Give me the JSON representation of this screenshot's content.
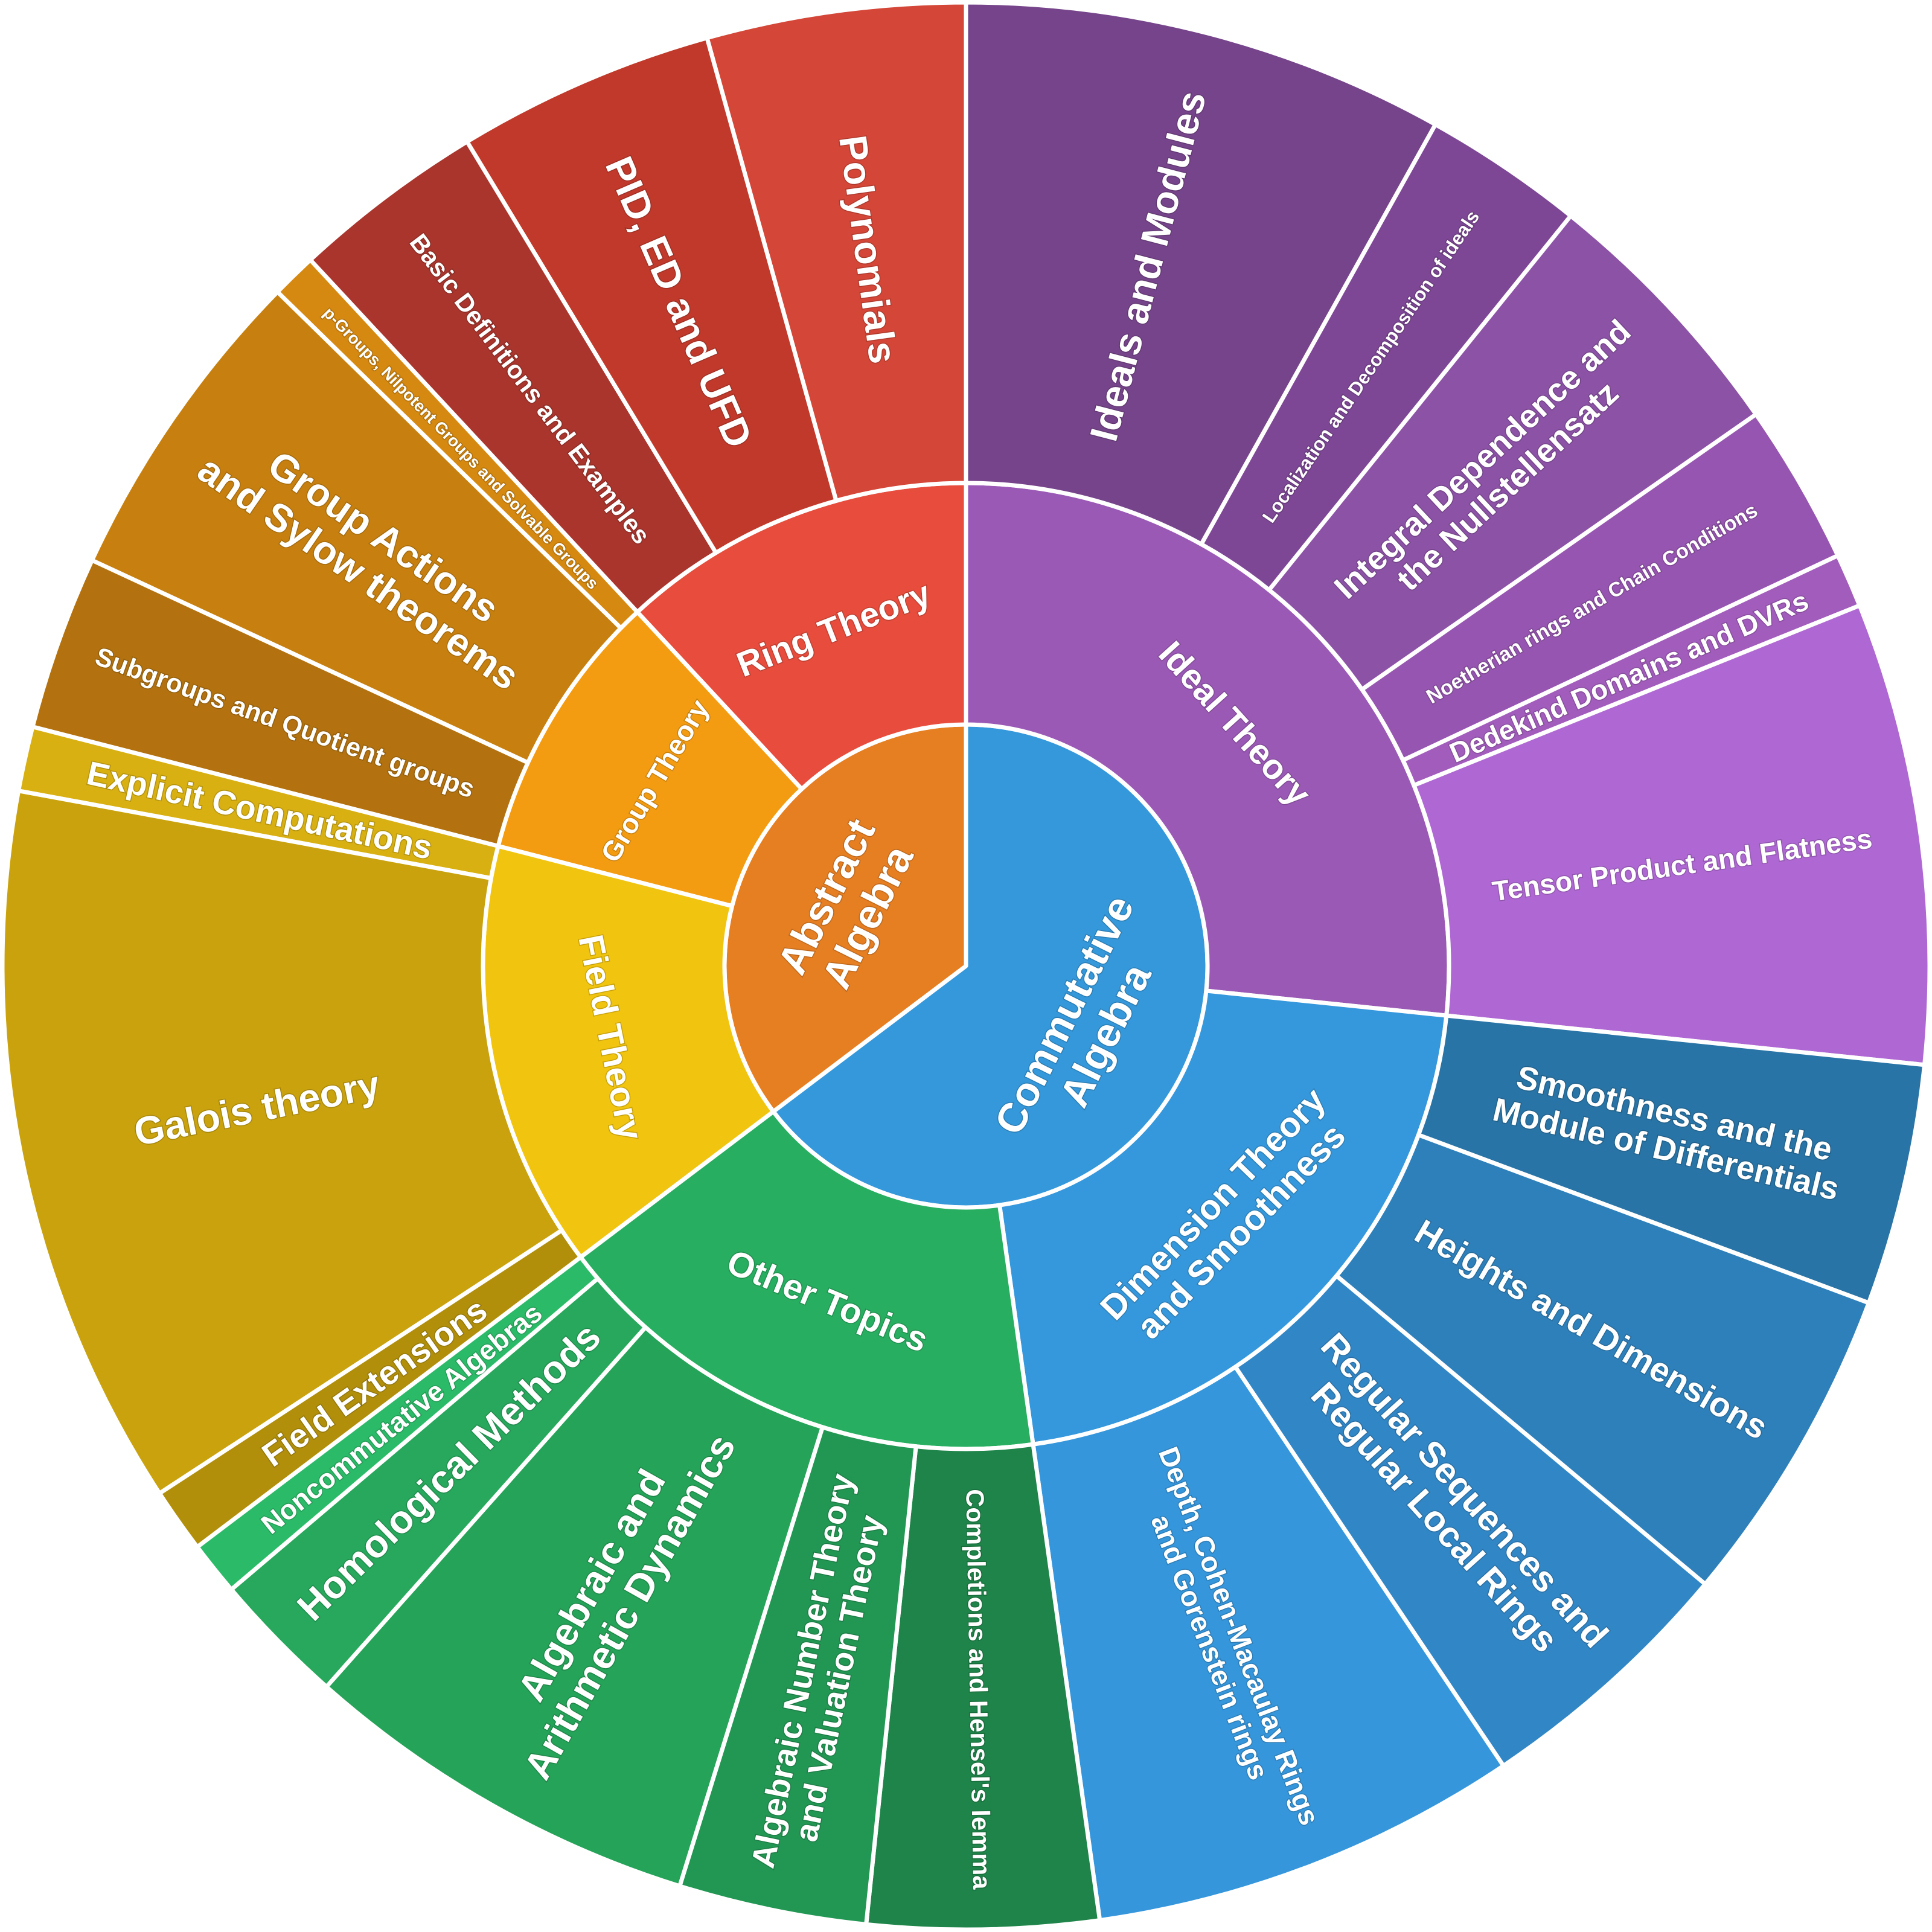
{
  "chart_data": {
    "type": "sunburst",
    "root": [
      {
        "label": "Abstract\nAlgebra",
        "color": "#e67e22",
        "children": [
          {
            "label": "Ring Theory",
            "color": "#e74c3c",
            "children": [
              {
                "label": "Polynomials",
                "color": "#d44637",
                "value": 4
              },
              {
                "label": "PID, ED and UFD",
                "color": "#c0392b",
                "value": 4
              },
              {
                "label": "Basic Definitions and Examples",
                "color": "#a9352d",
                "value": 3
              }
            ]
          },
          {
            "label": "Group Theory",
            "color": "#f39c12",
            "children": [
              {
                "label": "p-Groups, Nilpotent Groups and Solvable Groups",
                "color": "#d68910",
                "value": 0.7
              },
              {
                "label": "Group Actions\nand Sylow theorems",
                "color": "#c7800f",
                "value": 5
              },
              {
                "label": "Subgroups and Quotient groups",
                "color": "#b3720f",
                "value": 2.7
              }
            ]
          },
          {
            "label": "Field Theory",
            "color": "#f1c40f",
            "children": [
              {
                "label": "Explicit Computations",
                "color": "#d8b012",
                "value": 1
              },
              {
                "label": "Galois theory",
                "color": "#c9a20d",
                "value": 11.2
              },
              {
                "label": "Field Extensions",
                "color": "#b18f0b",
                "value": 1
              }
            ]
          }
        ]
      },
      {
        "label": "Commutative\nAlgebra",
        "color": "#3498db",
        "children": [
          {
            "label": "Ideal Theory",
            "color": "#9b59b6",
            "children": [
              {
                "label": "Ideals and Modules",
                "color": "#76448a",
                "value": 9
              },
              {
                "label": "Localization and Decomposition of ideals",
                "color": "#7d4795",
                "value": 3
              },
              {
                "label": "Integral Dependence and\nthe Nullstellensatz",
                "color": "#8c52a6",
                "value": 5
              },
              {
                "label": "Noetherian rings and Chain Conditions",
                "color": "#9655b0",
                "value": 3
              },
              {
                "label": "Dedekind Domains and DVRs",
                "color": "#a25cbc",
                "value": 1
              },
              {
                "label": "Tensor Product and Flatness",
                "color": "#af68d3",
                "value": 8.6
              }
            ]
          },
          {
            "label": "Dimension Theory\nand Smoothness",
            "color": "#3598dc",
            "children": [
              {
                "label": "Smoothness and the\nModule of Differentials",
                "color": "#2874a6",
                "value": 4.5
              },
              {
                "label": "Heights and Dimensions",
                "color": "#2e80bb",
                "value": 6
              },
              {
                "label": "Regular Sequences and\nRegular Local Rings",
                "color": "#3186c6",
                "value": 5
              },
              {
                "label": "Depth, Cohen-Macaulay Rings\nand Gorenstein rings",
                "color": "#3596dc",
                "value": 8
              }
            ]
          },
          {
            "label": "Other Topics",
            "color": "#27ae60",
            "children": [
              {
                "label": "Completions and Hensel's lemma",
                "color": "#1e8449",
                "value": 4.3
              },
              {
                "label": "Algebraic Number Theory\nand Valuation Theory",
                "color": "#229653",
                "value": 3.5
              },
              {
                "label": "Algebraic and\nArithmetic Dynamics",
                "color": "#25a358",
                "value": 7.5
              },
              {
                "label": "Homological Methods",
                "color": "#27a85c",
                "value": 2.5
              },
              {
                "label": "Noncommutative Algebras",
                "color": "#2bbb68",
                "value": 1
              }
            ]
          }
        ]
      }
    ]
  }
}
